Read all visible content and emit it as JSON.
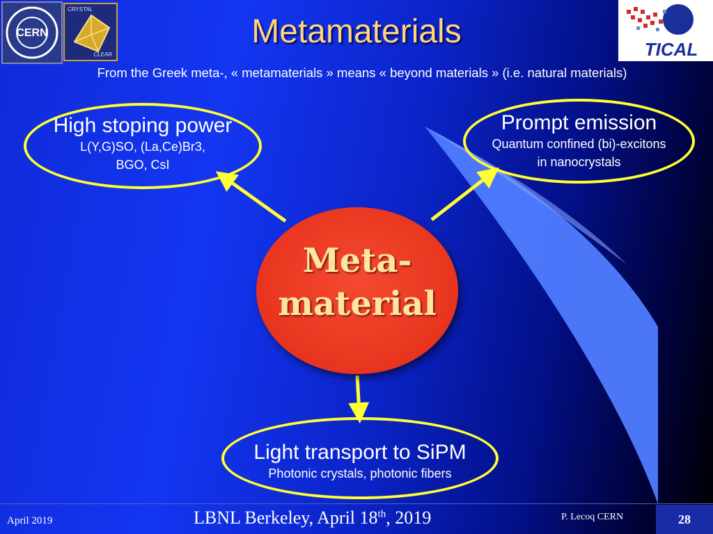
{
  "slide": {
    "title": "Metamaterials",
    "subtitle": "From the Greek meta-, « metamaterials » means « beyond materials » (i.e. natural materials)"
  },
  "logos": {
    "cern": "CERN",
    "crystal_clear_top": "CRYSTAL",
    "crystal_clear_bottom": "CLEAR",
    "tical": "TICAL"
  },
  "bubbles": {
    "stopping": {
      "title": "High stoping power",
      "line1": "L(Y,G)SO, (La,Ce)Br3,",
      "line2": "BGO, CsI"
    },
    "emission": {
      "title": "Prompt emission",
      "line1": "Quantum confined (bi)-excitons",
      "line2": "in nanocrystals"
    },
    "transport": {
      "title": "Light transport to SiPM",
      "line1": "Photonic crystals, photonic fibers"
    }
  },
  "center": {
    "line1": "Meta-",
    "line2": "material"
  },
  "footer": {
    "date": "April 2019",
    "event_prefix": "LBNL Berkeley, April 18",
    "event_sup": "th",
    "event_suffix": ", 2019",
    "author": "P. Lecoq  CERN",
    "page": "28"
  },
  "colors": {
    "title": "#ffd580",
    "ellipse_border": "#ffff33",
    "arrow": "#ffff33",
    "center_fill": "#e8341e",
    "center_text": "#ffe6a0",
    "swoosh": "#4f7cff"
  }
}
